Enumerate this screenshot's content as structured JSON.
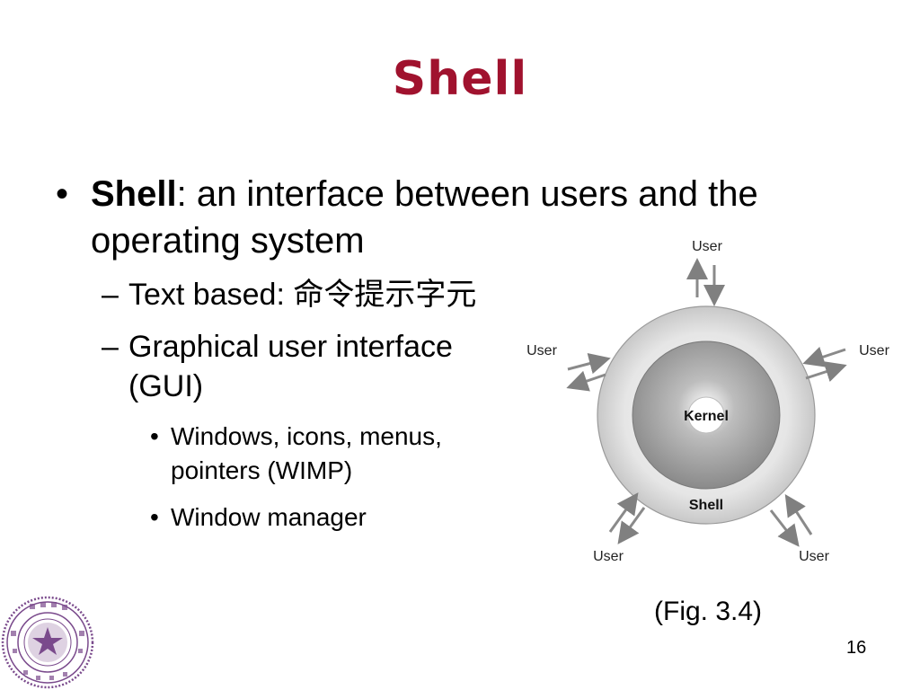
{
  "slide": {
    "title": "Shell",
    "bullet1": {
      "marker": "•",
      "term": "Shell",
      "rest": ": an interface between users and the operating system"
    },
    "sub_bullets": [
      {
        "marker": "–",
        "label": "Text based: ",
        "cjk": "命令提示字元"
      },
      {
        "marker": "–",
        "label": "Graphical user interface (GUI)"
      }
    ],
    "sub_sub_bullets": [
      {
        "marker": "•",
        "label": "Windows, icons, menus, pointers (WIMP)"
      },
      {
        "marker": "•",
        "label": "Window manager"
      }
    ],
    "figure": {
      "kernel_label": "Kernel",
      "shell_label": "Shell",
      "user_labels": [
        "User",
        "User",
        "User",
        "User",
        "User"
      ],
      "caption": "(Fig. 3.4)"
    },
    "page_number": "16",
    "colors": {
      "title": "#a0122e",
      "logo": "#7a4a8c"
    }
  }
}
